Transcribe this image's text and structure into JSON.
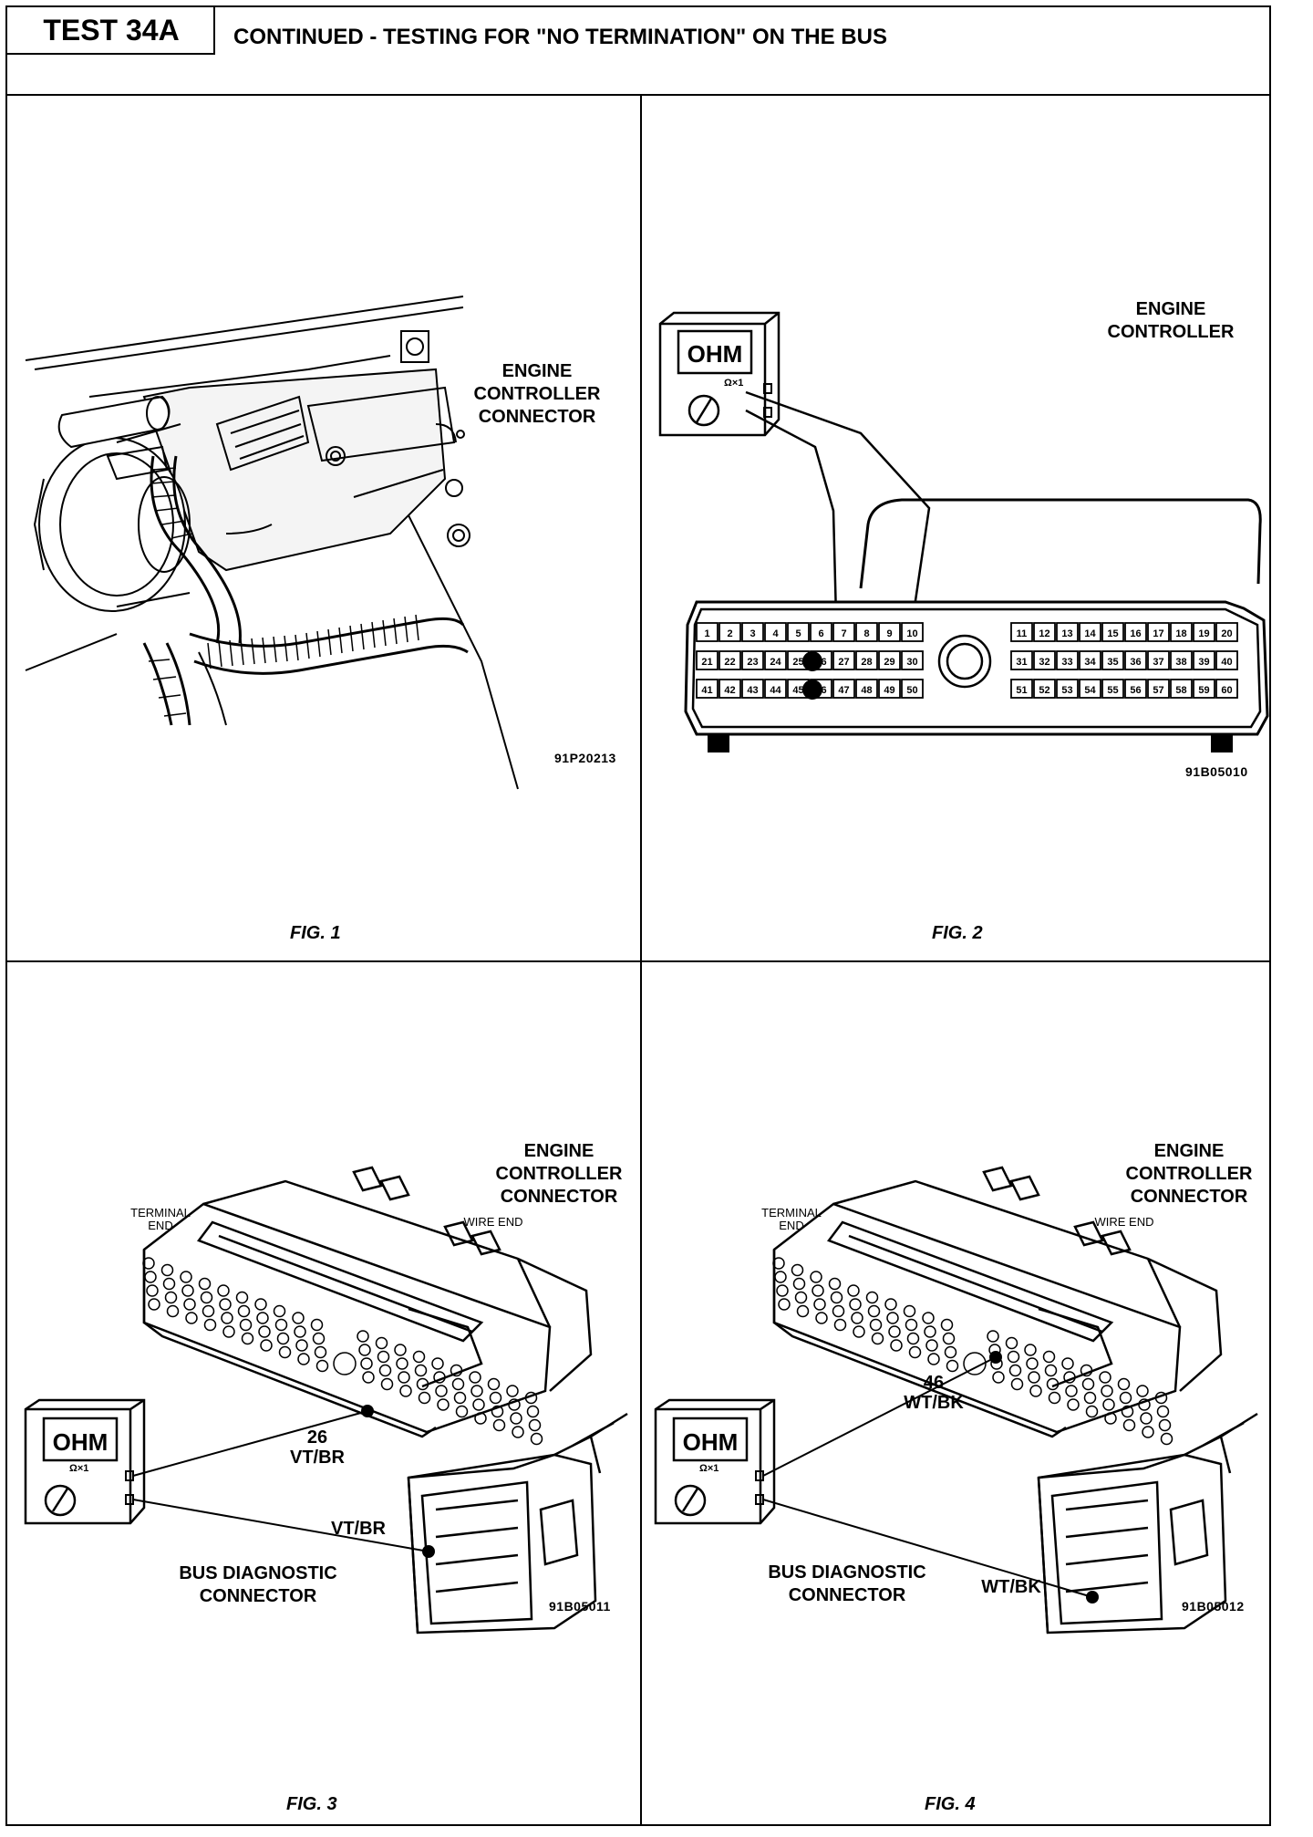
{
  "header": {
    "test_label": "TEST 34A",
    "title": "CONTINUED - TESTING FOR \"NO TERMINATION\" ON THE BUS"
  },
  "fig1": {
    "label": "FIG. 1",
    "callout": "ENGINE CONTROLLER CONNECTOR",
    "code": "91P20213"
  },
  "fig2": {
    "label": "FIG. 2",
    "callout": "ENGINE CONTROLLER",
    "code": "91B05010",
    "meter_text": "OHM",
    "range_text": "Ω×1",
    "pins_row1": [
      "1",
      "2",
      "3",
      "4",
      "5",
      "6",
      "7",
      "8",
      "9",
      "10",
      "11",
      "12",
      "13",
      "14",
      "15",
      "16",
      "17",
      "18",
      "19",
      "20"
    ],
    "pins_row2": [
      "21",
      "22",
      "23",
      "24",
      "25",
      "26",
      "27",
      "28",
      "29",
      "30",
      "31",
      "32",
      "33",
      "34",
      "35",
      "36",
      "37",
      "38",
      "39",
      "40"
    ],
    "pins_row3": [
      "41",
      "42",
      "43",
      "44",
      "45",
      "46",
      "47",
      "48",
      "49",
      "50",
      "51",
      "52",
      "53",
      "54",
      "55",
      "56",
      "57",
      "58",
      "59",
      "60"
    ],
    "probed_pins": [
      "26",
      "46"
    ]
  },
  "fig3": {
    "label": "FIG. 3",
    "callout": "ENGINE CONTROLLER CONNECTOR",
    "terminal_end": "TERMINAL END",
    "wire_end": "WIRE END",
    "pin_label": "26",
    "wire_color_top": "VT/BR",
    "wire_color_bottom": "VT/BR",
    "bus_label": "BUS DIAGNOSTIC CONNECTOR",
    "code": "91B05011",
    "meter_text": "OHM",
    "range_text": "Ω×1"
  },
  "fig4": {
    "label": "FIG. 4",
    "callout": "ENGINE CONTROLLER CONNECTOR",
    "terminal_end": "TERMINAL END",
    "wire_end": "WIRE END",
    "pin_label": "46",
    "wire_color_top": "WT/BK",
    "wire_color_bottom": "WT/BK",
    "bus_label": "BUS DIAGNOSTIC CONNECTOR",
    "code": "91B05012",
    "meter_text": "OHM",
    "range_text": "Ω×1"
  }
}
